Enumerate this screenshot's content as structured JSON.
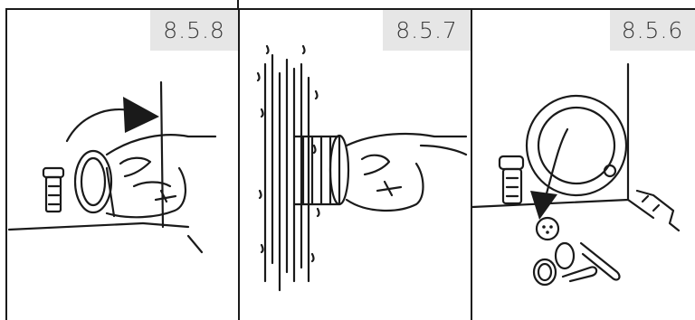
{
  "steps": [
    {
      "label": "8.5.8"
    },
    {
      "label": "8.5.7"
    },
    {
      "label": "8.5.6"
    }
  ]
}
